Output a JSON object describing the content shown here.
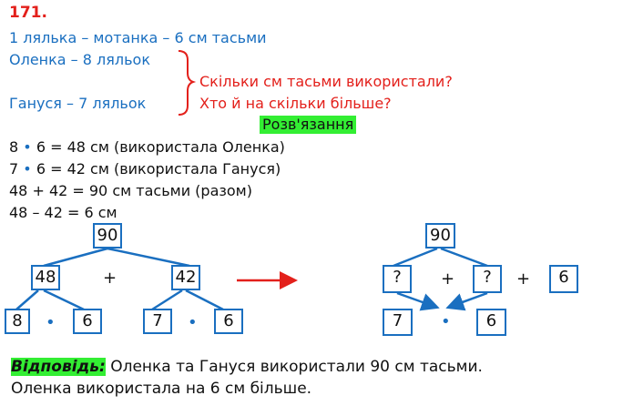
{
  "problem_number": "171.",
  "condition": {
    "line1": "1 лялька – мотанка – 6 см тасьми",
    "line2": "Оленка – 8 ляльок",
    "line3": "Гануся – 7 ляльок",
    "question1": "Скільки см тасьми використали?",
    "question2": "Хто й на скільки більше?"
  },
  "solution_heading": "Розв'язання",
  "steps": [
    {
      "a": "8",
      "op": "•",
      "rest": "6 = 48 см (використала Оленка)"
    },
    {
      "a": "7",
      "op": "•",
      "rest": "6 = 42 см (використала Гануся)"
    },
    {
      "a": "48 + 42 = 90 см тасьми (разом)",
      "op": "",
      "rest": ""
    },
    {
      "a": "48 – 42 = 6 см",
      "op": "",
      "rest": ""
    }
  ],
  "tree_left": {
    "root": "90",
    "left": "48",
    "right": "42",
    "ll": "8",
    "lr": "6",
    "rl": "7",
    "rr": "6",
    "plus": "+",
    "dot": "•"
  },
  "tree_right": {
    "root": "90",
    "q1": "?",
    "q2": "?",
    "extra": "6",
    "b1": "7",
    "b2": "6",
    "plus": "+",
    "dot": "•"
  },
  "answer": {
    "label": "Відповідь:",
    "line1": " Оленка та Гануся використали 90 см тасьми.",
    "line2": "Оленка використала на 6 см більше."
  },
  "colors": {
    "blue": "#1a6fc0",
    "red": "#e3201b",
    "green": "#33ee33"
  }
}
